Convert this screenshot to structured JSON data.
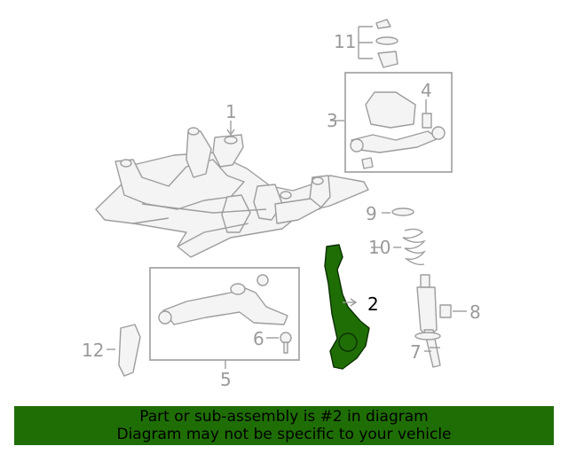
{
  "diagram": {
    "callouts": [
      {
        "number": "1"
      },
      {
        "number": "2"
      },
      {
        "number": "3"
      },
      {
        "number": "4"
      },
      {
        "number": "5"
      },
      {
        "number": "6"
      },
      {
        "number": "7"
      },
      {
        "number": "8"
      },
      {
        "number": "9"
      },
      {
        "number": "10"
      },
      {
        "number": "11"
      },
      {
        "number": "12"
      }
    ],
    "highlighted_part": "2",
    "highlight_color": "#1f6e05",
    "line_color": "#9d9d9d"
  },
  "banner": {
    "line1": "Part or sub-assembly is #2 in diagram",
    "line2": "Diagram may not be specific to your vehicle",
    "background": "#1f6e05"
  }
}
